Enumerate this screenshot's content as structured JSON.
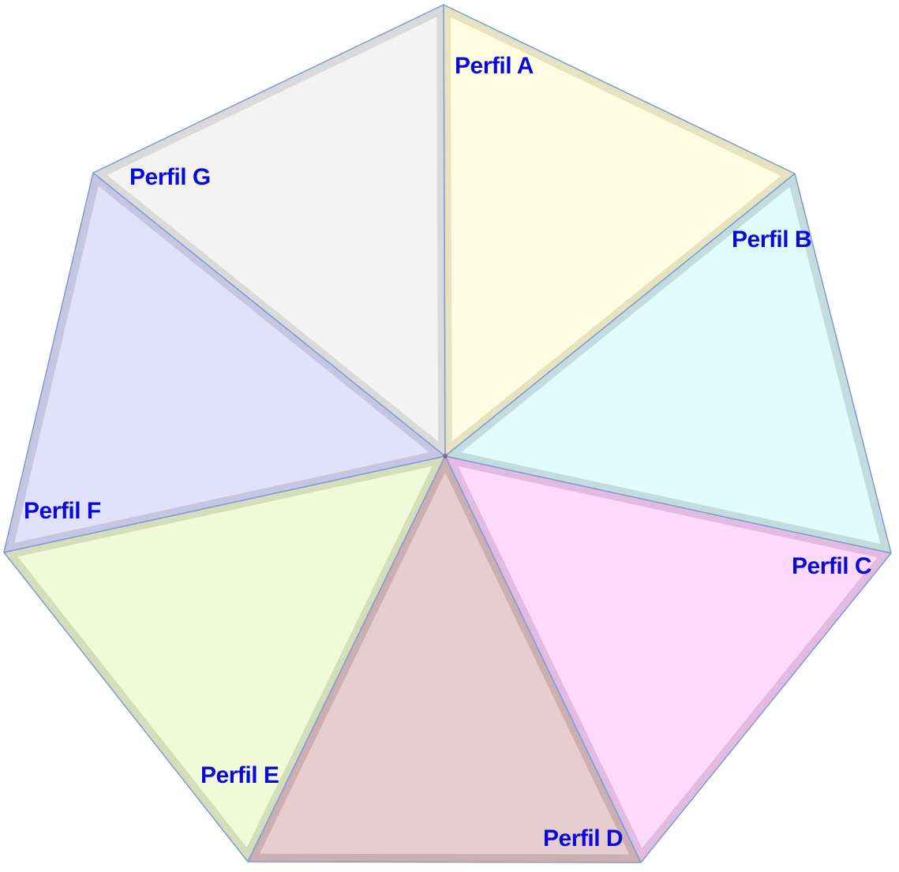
{
  "diagram": {
    "label_color": "#0a0ad8",
    "outline_color": "#7f9bd6",
    "segments": [
      {
        "label": "Perfil A",
        "fill": "#fefde2",
        "bevel": "#e6e3c0"
      },
      {
        "label": "Perfil B",
        "fill": "#e0fcfd",
        "bevel": "#c4dcdd"
      },
      {
        "label": "Perfil C",
        "fill": "#fdd9fc",
        "bevel": "#e2bce0"
      },
      {
        "label": "Perfil D",
        "fill": "#e6cdcf",
        "bevel": "#ccb0b1"
      },
      {
        "label": "Perfil E",
        "fill": "#f0fad6",
        "bevel": "#d5ddbb"
      },
      {
        "label": "Perfil F",
        "fill": "#e1e1fc",
        "bevel": "#c7c6e2"
      },
      {
        "label": "Perfil G",
        "fill": "#f3f3f3",
        "bevel": "#dadada"
      }
    ]
  }
}
